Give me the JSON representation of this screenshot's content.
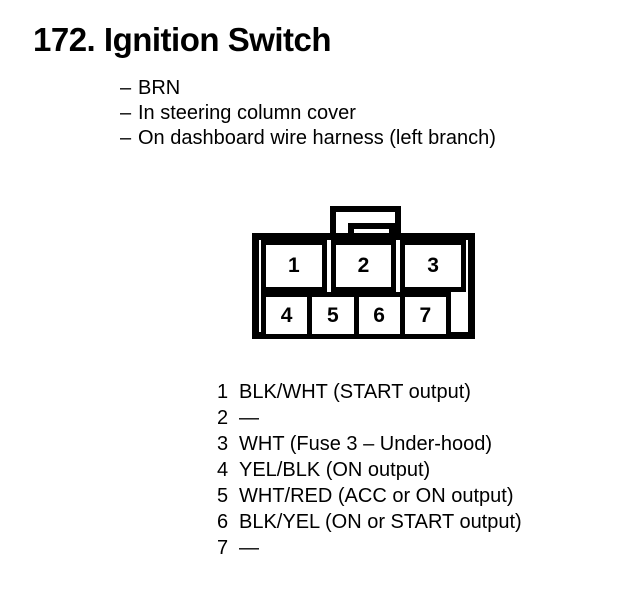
{
  "title": "172. Ignition Switch",
  "spec_list": {
    "dash": "–",
    "items": [
      "BRN",
      "In steering column cover",
      "On dashboard wire harness (left branch)"
    ]
  },
  "connector": {
    "top_row": [
      "1",
      "2",
      "3"
    ],
    "bottom_row": [
      "4",
      "5",
      "6",
      "7"
    ]
  },
  "pin_legend": [
    {
      "num": "1",
      "desc": "BLK/WHT (START output)"
    },
    {
      "num": "2",
      "desc": "—"
    },
    {
      "num": "3",
      "desc": "WHT (Fuse 3 – Under-hood)"
    },
    {
      "num": "4",
      "desc": "YEL/BLK (ON output)"
    },
    {
      "num": "5",
      "desc": "WHT/RED (ACC or ON output)"
    },
    {
      "num": "6",
      "desc": "BLK/YEL (ON or START output)"
    },
    {
      "num": "7",
      "desc": "—"
    }
  ],
  "colors": {
    "ink": "#000000",
    "paper": "#ffffff"
  }
}
